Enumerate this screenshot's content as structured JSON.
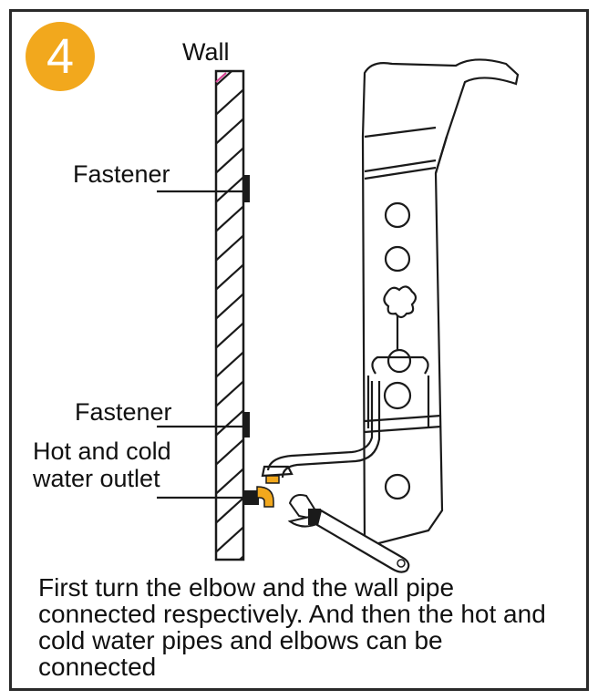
{
  "step": {
    "number": "4",
    "color": "#f2a81d"
  },
  "labels": {
    "wall": "Wall",
    "fastener_top": "Fastener",
    "fastener_bottom": "Fastener",
    "outlet": "Hot and cold water outlet"
  },
  "caption": "First turn the elbow and the wall pipe connected respectively. And then the hot and cold water pipes and elbows can be connected",
  "colors": {
    "elbow": "#f2a81d",
    "line": "#1a1a1a",
    "wall_marker": "#d63b8f"
  }
}
